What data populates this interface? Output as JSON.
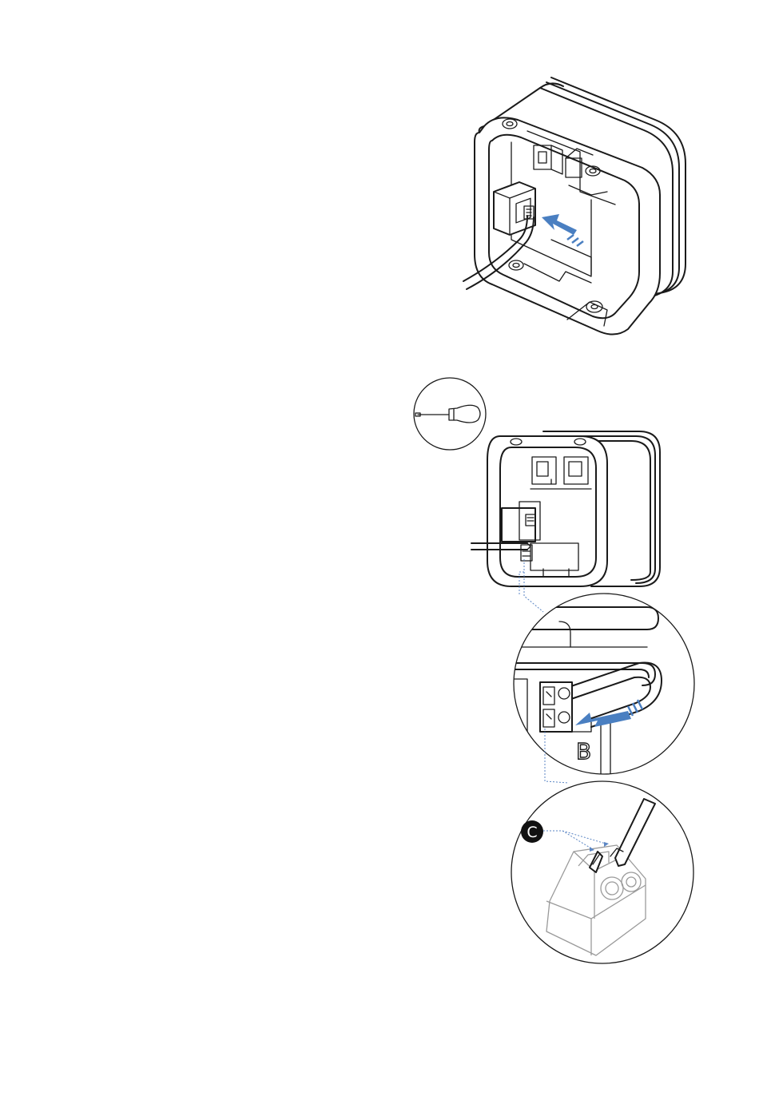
{
  "figure_1": {
    "parts": [
      "enclosure-housing",
      "connector-module",
      "cable",
      "insert-arrow"
    ]
  },
  "figure_2": {
    "parts": [
      "screwdriver-callout",
      "enclosure-housing",
      "detail-circle-b",
      "detail-circle-c"
    ],
    "callout_b": {
      "letter": "B"
    },
    "callout_c": {
      "letter": "C"
    }
  },
  "colors": {
    "line": "#1a1a1a",
    "accent_arrow": "#4a7fc1",
    "guide_line": "#5b86c4",
    "badge": "#111111",
    "badge_text": "#ffffff"
  },
  "icons": [
    "screwdriver-icon",
    "arrow-icon"
  ]
}
